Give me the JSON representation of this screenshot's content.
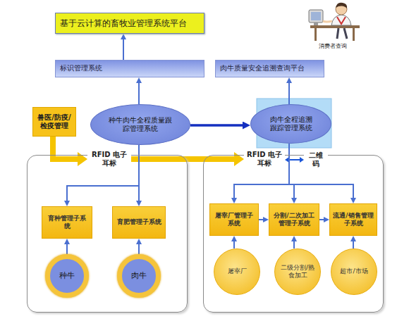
{
  "diagram": {
    "nodes": [
      {
        "text": [
          "基于云计算的畜牧业管理系统平台"
        ]
      },
      {
        "text": [
          "标识管理系统"
        ]
      },
      {
        "text": [
          "肉牛质量安全追溯查询平台"
        ]
      },
      {
        "text": [
          "兽医/防疫/检疫管理"
        ]
      },
      {
        "text": [
          "种牛肉牛全程质量跟踪管理系统"
        ]
      },
      {
        "text": [
          "肉牛全程追溯跟踪管理系统"
        ]
      },
      {
        "text": [
          "RFID 电子耳标"
        ]
      },
      {
        "text": [
          "育种管理子系统"
        ],
        "in": 6
      },
      {
        "text": [
          "育肥管理子系统"
        ],
        "in": 6
      },
      {
        "text": [
          "种牛"
        ],
        "in": 6
      },
      {
        "text": [
          "肉牛"
        ],
        "in": 6
      },
      {
        "text": [
          "RFID 电子耳标"
        ]
      },
      {
        "text": [
          "二维码"
        ],
        "in": 11
      },
      {
        "text": [
          "屠宰厂管理子系统"
        ],
        "in": 11
      },
      {
        "text": [
          "分割/二次加工管理子系统"
        ],
        "in": 11
      },
      {
        "text": [
          "流通/销售管理子系统"
        ],
        "in": 11
      },
      {
        "text": [
          "屠宰厂"
        ],
        "in": 11
      },
      {
        "text": [
          "二级分割/熟食加工"
        ],
        "in": 11
      },
      {
        "text": [
          "超市/市场"
        ],
        "in": 11
      }
    ],
    "edges": [
      {
        "from": 1,
        "to": 0,
        "arrow": "to"
      },
      {
        "from": 4,
        "to": 1,
        "arrow": "to"
      },
      {
        "from": 5,
        "to": 2,
        "arrow": "to"
      },
      {
        "from": 4,
        "to": 5,
        "arrow": "to"
      },
      {
        "from": 3,
        "to": 6,
        "arrow": "to"
      },
      {
        "from": 6,
        "to": 11,
        "arrow": "to"
      },
      {
        "from": 11,
        "to": 12,
        "arrow": "both"
      },
      {
        "from": 4,
        "to": 7,
        "arrow": "to"
      },
      {
        "from": 4,
        "to": 8,
        "arrow": "to"
      },
      {
        "from": 9,
        "to": 7,
        "arrow": "to"
      },
      {
        "from": 10,
        "to": 8,
        "arrow": "to"
      },
      {
        "from": 5,
        "to": 13,
        "arrow": "to"
      },
      {
        "from": 5,
        "to": 14,
        "arrow": "to"
      },
      {
        "from": 5,
        "to": 15,
        "arrow": "to"
      },
      {
        "from": 13,
        "to": 14,
        "arrow": "to"
      },
      {
        "from": 14,
        "to": 15,
        "arrow": "to"
      },
      {
        "from": 16,
        "to": 13,
        "arrow": "to"
      },
      {
        "from": 17,
        "to": 14,
        "arrow": "to"
      },
      {
        "from": 18,
        "to": 15,
        "arrow": "to"
      }
    ],
    "labels": [
      "消费者查询"
    ]
  }
}
